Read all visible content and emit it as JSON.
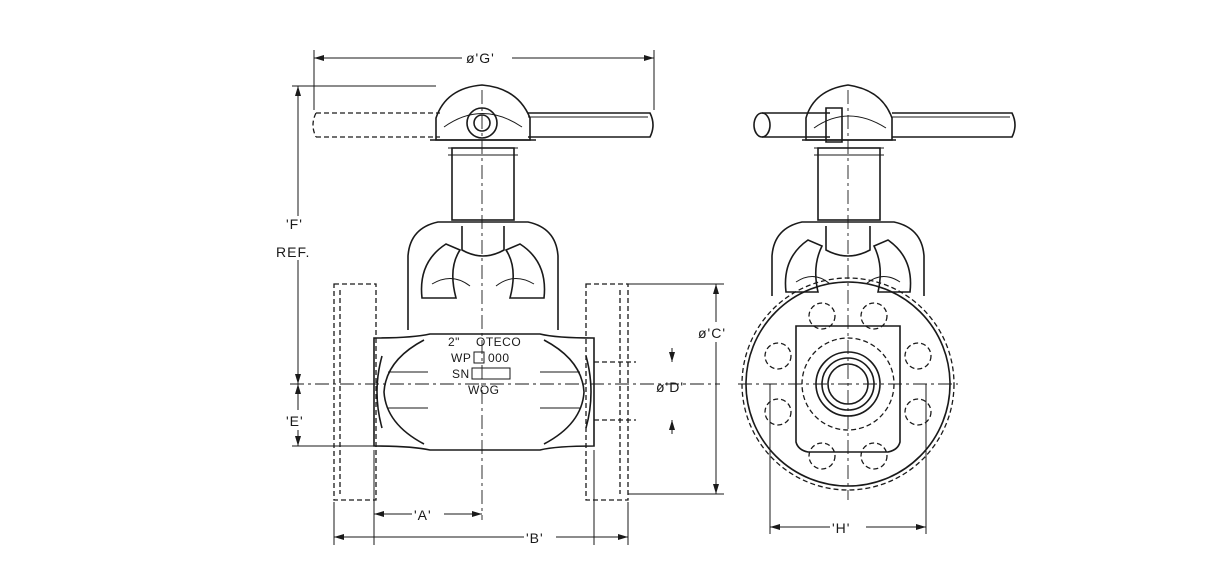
{
  "dimensions": {
    "G": "ø'G'",
    "F": "'F'",
    "ref": "REF.",
    "C": "ø'C'",
    "D": "ø'D'",
    "E": "'E'",
    "A": "'A'",
    "B": "'B'",
    "H": "'H'"
  },
  "nameplate": {
    "size": "2\"",
    "maker": "OTECO",
    "wp_label": "WP",
    "wp_value": "000",
    "sn_label": "SN",
    "rating": "WOG"
  }
}
